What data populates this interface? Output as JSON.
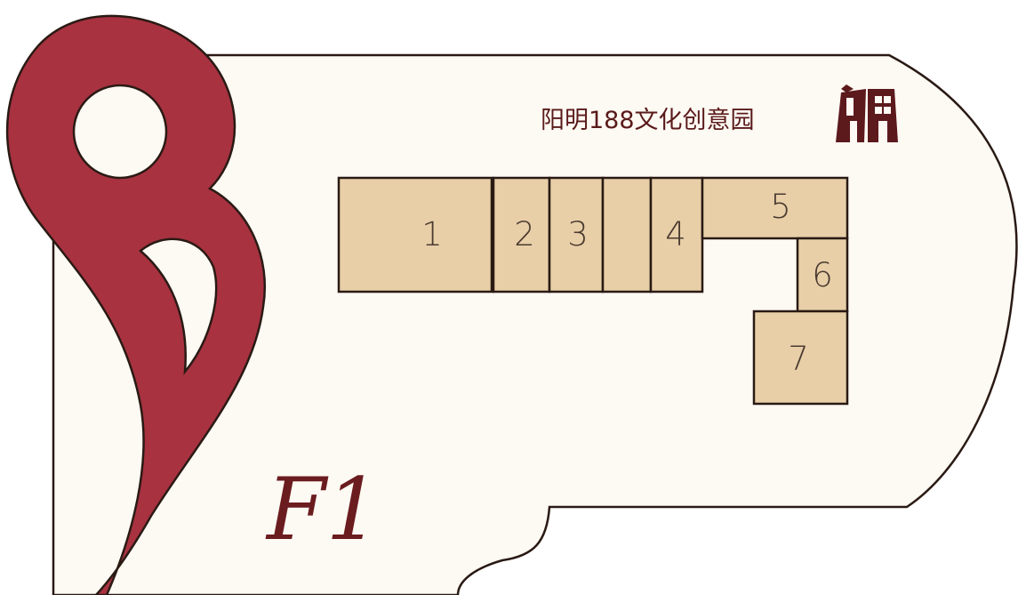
{
  "brand": {
    "name": "阳明188文化创意园",
    "logo_icon": "building-logo-icon"
  },
  "floor": {
    "label": "F1"
  },
  "rooms": [
    {
      "id": "1",
      "label": "1"
    },
    {
      "id": "2",
      "label": "2"
    },
    {
      "id": "3",
      "label": "3"
    },
    {
      "id": "blank",
      "label": ""
    },
    {
      "id": "4",
      "label": "4"
    },
    {
      "id": "5",
      "label": "5"
    },
    {
      "id": "6",
      "label": "6"
    },
    {
      "id": "7",
      "label": "7"
    }
  ],
  "colors": {
    "page": "#ffffff",
    "plaque_fill": "#fdf9f3",
    "outline": "#2a1a14",
    "accent": "#a83240",
    "room_fill": "#e8cfa8",
    "logo": "#5c1a1c"
  }
}
